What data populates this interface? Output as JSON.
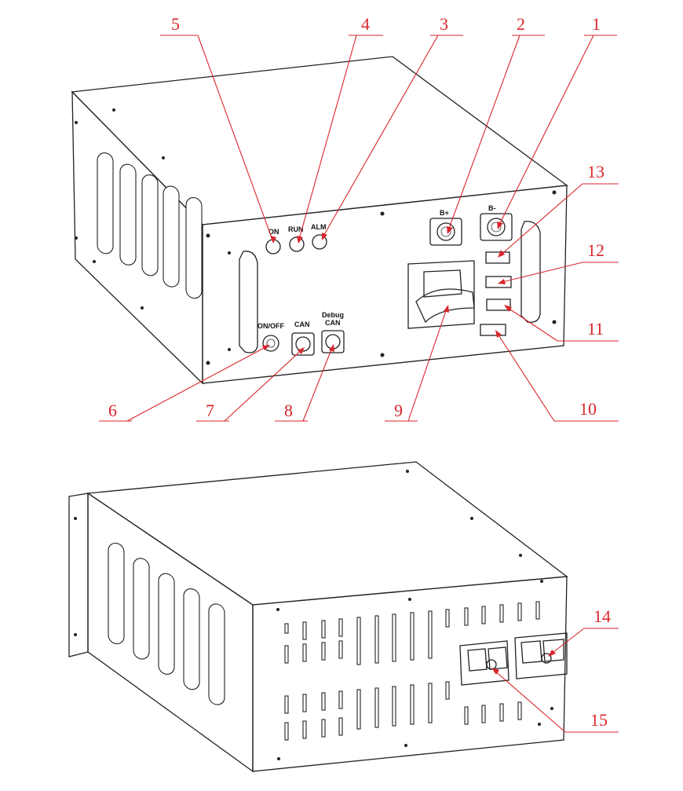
{
  "callouts": [
    "1",
    "2",
    "3",
    "4",
    "5",
    "6",
    "7",
    "8",
    "9",
    "10",
    "11",
    "12",
    "13",
    "14",
    "15"
  ],
  "panel_labels": {
    "on": "ON",
    "run": "RUN",
    "alm": "ALM",
    "b_plus": "B+",
    "b_minus": "B-",
    "on_off": "ON/OFF",
    "can": "CAN",
    "debug_line1": "Debug",
    "debug_line2": "CAN"
  },
  "colors": {
    "callout": "#d8262b",
    "line": "#222222"
  }
}
